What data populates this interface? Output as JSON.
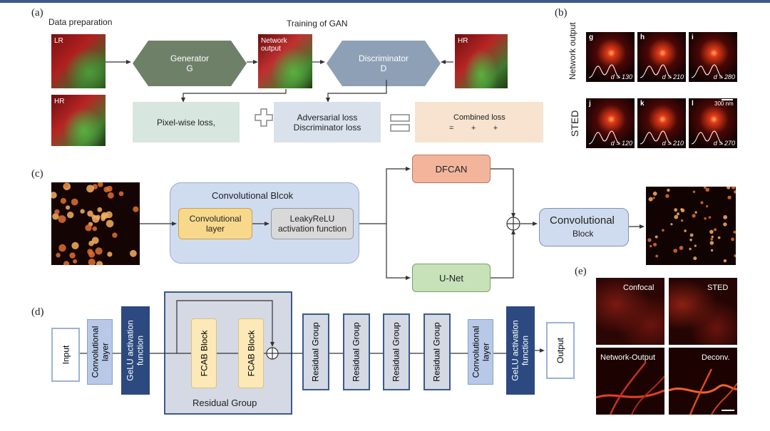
{
  "panel_labels": {
    "a": "(a)",
    "b": "(b)",
    "c": "(c)",
    "d": "(d)",
    "e": "(e)"
  },
  "panel_a": {
    "data_preparation": "Data preparation",
    "training_title": "Training of GAN",
    "img_lr": "LR",
    "img_hr": "HR",
    "img_network_output": "Network\noutput",
    "img_hr_right": "HR",
    "generator": "Generator\nG",
    "discriminator": "Discriminator\nD",
    "pixel_loss": "Pixel-wise loss,",
    "adversarial_loss": "Adversarial loss\nDiscriminator loss",
    "combined_loss": "Combined loss",
    "combined_formula": "=        +        +"
  },
  "panel_b": {
    "row1_label": "Network output",
    "row2_label": "STED",
    "tiles": [
      {
        "letter": "g",
        "d": "d = 130"
      },
      {
        "letter": "h",
        "d": "d = 210"
      },
      {
        "letter": "i",
        "d": "d = 280"
      },
      {
        "letter": "j",
        "d": "d = 120"
      },
      {
        "letter": "k",
        "d": "d = 210"
      },
      {
        "letter": "l",
        "d": "d = 270"
      }
    ],
    "scale": "300 nm"
  },
  "panel_c": {
    "conv_block_title": "Convolutional Blcok",
    "conv_layer": "Convolutional\nlayer",
    "leaky": "LeakyReLU\nactivation function",
    "dfcan": "DFCAN",
    "unet": "U-Net",
    "conv_block_right_1": "Convolutional",
    "conv_block_right_2": "Block"
  },
  "panel_d": {
    "input": "Input",
    "conv1": "Convolutional\nlayer",
    "gelu1": "GeLU activation\nfunction",
    "fcab1": "FCAB Block",
    "fcab2": "FCAB Block",
    "residual_group_caption": "Residual Group",
    "rg": [
      "Residual Group",
      "Residual Group",
      "Residual Group",
      "Residual Group"
    ],
    "conv2": "Convolutional\nlayer",
    "gelu2": "GeLU activation\nfunction",
    "output": "Output"
  },
  "panel_e": {
    "tiles": [
      "Confocal",
      "STED",
      "Network-Output",
      "Deconv."
    ]
  },
  "colors": {
    "generator": "#6f8069",
    "discriminator": "#8da0b6",
    "pixel_loss": "#d7e6df",
    "adv_loss": "#d9e2ec",
    "combined_loss": "#f7e3cf",
    "conv_block": "#cfdcf0",
    "conv_layer": "#f8d98c",
    "leaky": "#d9d9d9",
    "dfcan": "#f2b59c",
    "unet": "#c7e2b8",
    "light_blue": "#b8c9e8",
    "dark_blue": "#2c4a80",
    "fcab": "#fde8b7",
    "residual_bg": "#d4d9e4"
  }
}
